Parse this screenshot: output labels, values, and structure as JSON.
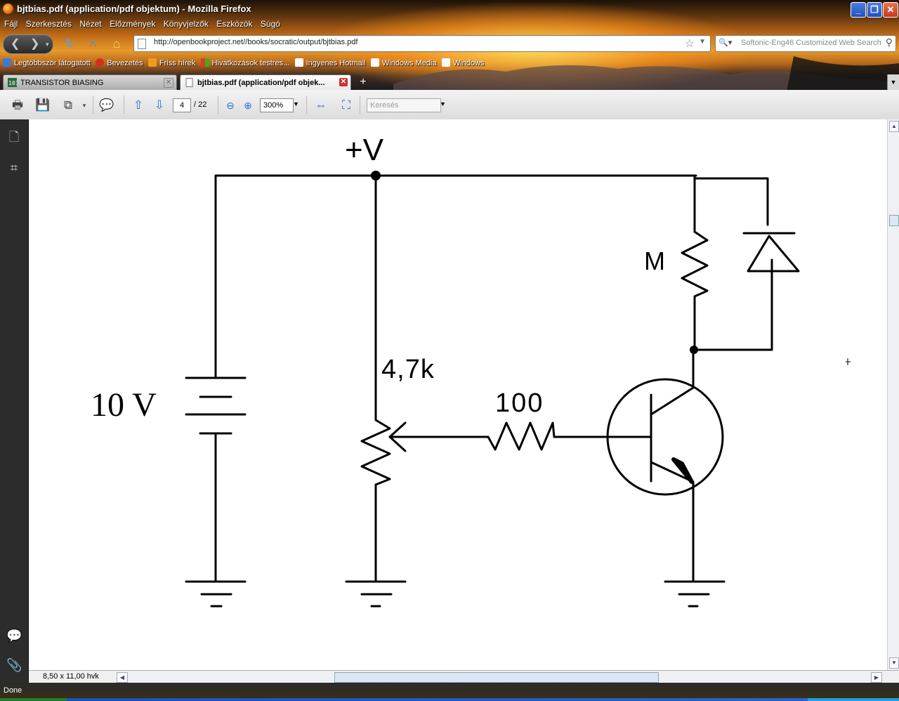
{
  "window": {
    "title": "bjtbias.pdf (application/pdf objektum) - Mozilla Firefox",
    "minimize": "_",
    "restore": "❐",
    "close": "✕"
  },
  "menu": [
    "Fájl",
    "Szerkesztés",
    "Nézet",
    "Előzmények",
    "Könyvjelzők",
    "Eszközök",
    "Súgó"
  ],
  "nav": {
    "url": "http://openbookproject.net//books/socratic/output/bjtbias.pdf",
    "search_placeholder": "Softonic-Eng46 Customized Web Search"
  },
  "bookmarks": [
    {
      "label": "Legtöbbször látogatott",
      "color": "#3a7ad8"
    },
    {
      "label": "Bevezetés",
      "color": "#d03020"
    },
    {
      "label": "Friss hírek",
      "color": "#f09a20"
    },
    {
      "label": "Hivatkozások testres...",
      "color": "#f0c030"
    },
    {
      "label": "Ingyenes Hotmail",
      "color": "#ffffff"
    },
    {
      "label": "Windows Media",
      "color": "#ffffff"
    },
    {
      "label": "Windows",
      "color": "#ffffff"
    }
  ],
  "tabs": [
    {
      "label": "TRANSISTOR BIASING",
      "active": false
    },
    {
      "label": "bjtbias.pdf (application/pdf objek...",
      "active": true
    }
  ],
  "pdf": {
    "page": "4",
    "total": "/ 22",
    "zoom": "300%",
    "search_placeholder": "Keresés",
    "page_size": "8,50 x 11,00 hvk"
  },
  "schematic": {
    "supply_label": "+V",
    "battery_label": "10 V",
    "pot_label": "4,7k",
    "resistor_label": "100",
    "collector_label": "M"
  },
  "status": {
    "text": "Done"
  }
}
